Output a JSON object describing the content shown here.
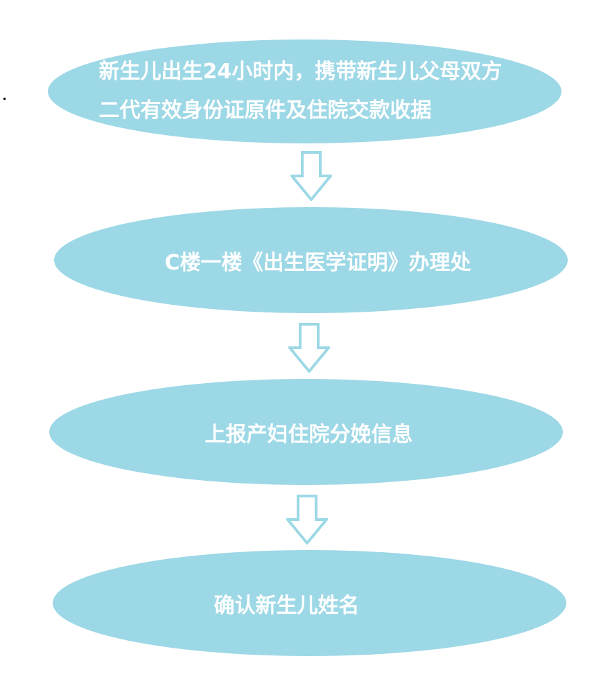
{
  "colors": {
    "ellipse_fill": "#9dd8e6",
    "arrow_stroke": "#9dd8e6",
    "arrow_fill": "#ffffff",
    "text": "#ffffff"
  },
  "steps": [
    {
      "text": "新生儿出生24小时内，携带新生儿父母双方二代有效身份证原件及住院交款收据"
    },
    {
      "text": "C楼一楼《出生医学证明》办理处"
    },
    {
      "text": "上报产妇住院分娩信息"
    },
    {
      "text": "确认新生儿姓名"
    }
  ],
  "arrows": [
    {
      "icon": "down-arrow-icon"
    },
    {
      "icon": "down-arrow-icon"
    },
    {
      "icon": "down-arrow-icon"
    }
  ]
}
